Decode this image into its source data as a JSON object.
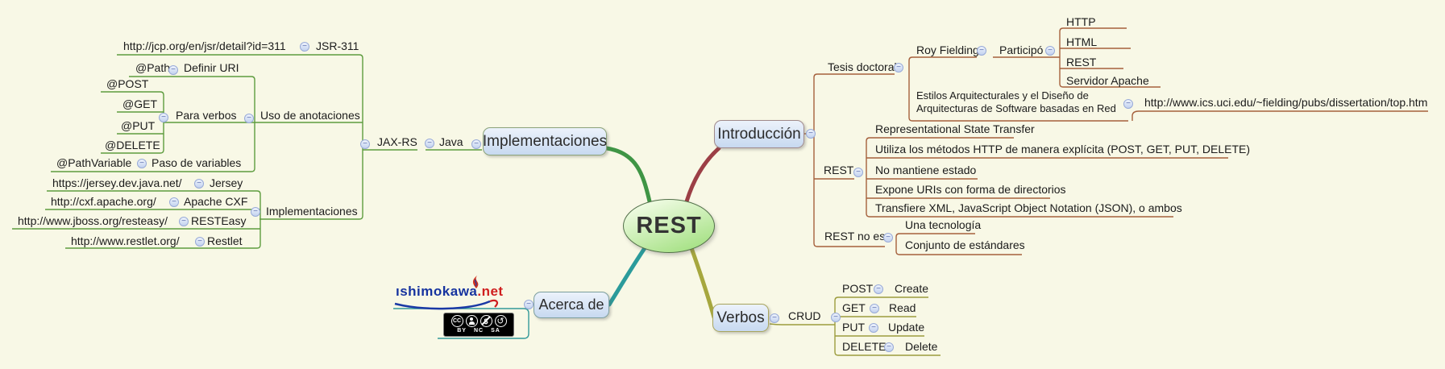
{
  "colors": {
    "background": "#f8f8e6",
    "branch_green": "#5e9c3f",
    "branch_sienna": "#a5603c",
    "branch_olive": "#9c9c3d",
    "branch_teal": "#339999",
    "curve_green": "#3f9545",
    "curve_maroon": "#9c3f46",
    "curve_olive": "#a6a73e",
    "curve_teal": "#2b9b9b",
    "node_fill_top": "#ecf2fb",
    "node_fill_bottom": "#c7d9f0",
    "root_fill_top": "#f2fce6",
    "root_fill_bottom": "#a5e184"
  },
  "root": {
    "label": "REST"
  },
  "implementaciones": {
    "node": "Implementaciones",
    "java": "Java",
    "jaxrs": "JAX-RS",
    "jsr311": {
      "label": "JSR-311",
      "url": "http://jcp.org/en/jsr/detail?id=311"
    },
    "anotaciones": {
      "label": "Uso de anotaciones",
      "definir_uri": {
        "label": "Definir URI",
        "annotation": "@Path"
      },
      "para_verbos": {
        "label": "Para verbos",
        "a0": "@POST",
        "a1": "@GET",
        "a2": "@PUT",
        "a3": "@DELETE"
      },
      "paso_variables": {
        "label": "Paso de variables",
        "annotation": "@PathVariable"
      }
    },
    "group": {
      "label": "Implementaciones",
      "jersey": {
        "label": "Jersey",
        "url": "https://jersey.dev.java.net/"
      },
      "apache_cxf": {
        "label": "Apache CXF",
        "url": "http://cxf.apache.org/"
      },
      "resteasy": {
        "label": "RESTEasy",
        "url": "http://www.jboss.org/resteasy/"
      },
      "restlet": {
        "label": "Restlet",
        "url": "http://www.restlet.org/"
      }
    }
  },
  "introduccion": {
    "node": "Introducción",
    "tesis": {
      "label": "Tesis doctoral",
      "roy": {
        "label": "Roy Fielding",
        "participo": {
          "label": "Participó",
          "items": [
            "HTTP",
            "HTML",
            "REST",
            "Servidor Apache"
          ]
        }
      },
      "estilos": {
        "line1": "Estilos Arquitecturales y el Diseño de",
        "line2": "Arquitecturas de Software basadas en Red",
        "url": "http://www.ics.uci.edu/~fielding/pubs/dissertation/top.htm"
      }
    },
    "rest": {
      "label": "REST",
      "items": [
        "Representational State Transfer",
        "Utiliza los métodos HTTP de manera explícita (POST, GET, PUT, DELETE)",
        "No mantiene estado",
        "Expone URIs con forma de directorios",
        "Transfiere XML, JavaScript Object Notation (JSON), o ambos"
      ]
    },
    "rest_no_es": {
      "label": "REST no es",
      "items": [
        "Una tecnología",
        "Conjunto de estándares"
      ]
    }
  },
  "verbos": {
    "node": "Verbos",
    "crud": {
      "label": "CRUD",
      "rows": [
        {
          "verb": "POST",
          "op": "Create"
        },
        {
          "verb": "GET",
          "op": "Read"
        },
        {
          "verb": "PUT",
          "op": "Update"
        },
        {
          "verb": "DELETE",
          "op": "Delete"
        }
      ]
    }
  },
  "acerca_de": {
    "node": "Acerca de",
    "logo": {
      "name": "ıshimokawa",
      "tld": ".net"
    },
    "license": {
      "badge": "CC",
      "by": "BY",
      "nc": "NC",
      "sa": "SA"
    }
  }
}
